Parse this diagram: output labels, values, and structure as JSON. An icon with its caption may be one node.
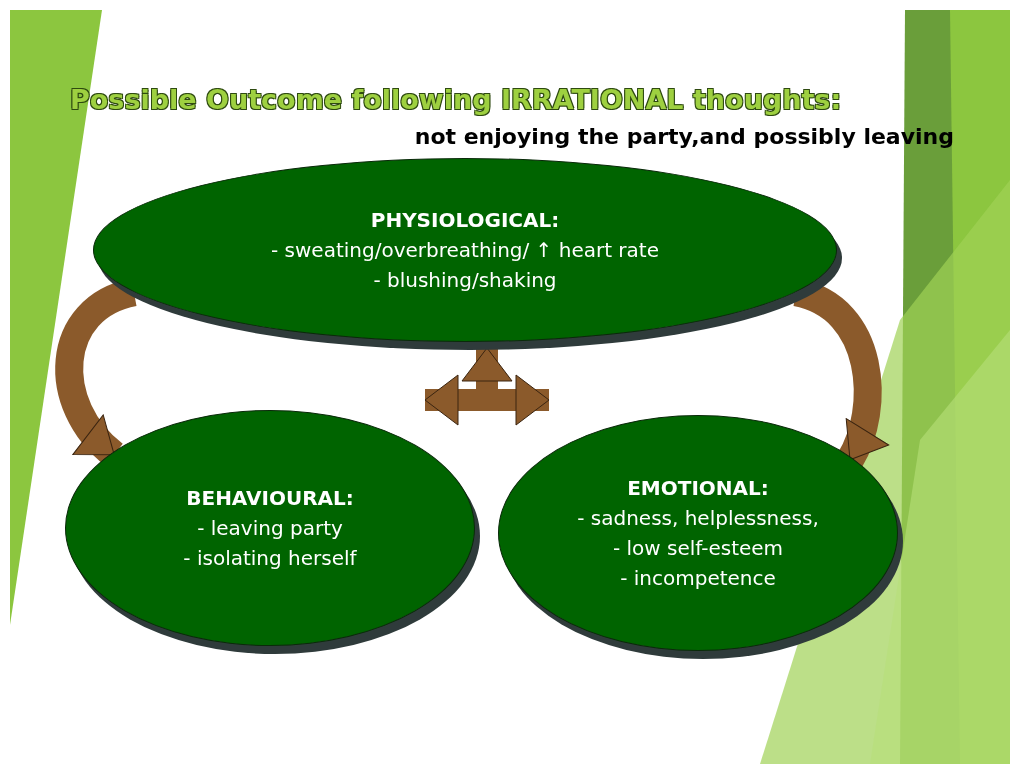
{
  "diagram": {
    "title": "Possible Outcome following IRRATIONAL thoughts:",
    "nodes": [
      {
        "text": [
          "PHYSIOLOGICAL:",
          "- sweating/overbreathing/ ↑ heart rate",
          "- blushing/shaking"
        ]
      },
      {
        "text": [
          "BEHAVIOURAL:",
          "- leaving party",
          "- isolating herself"
        ]
      },
      {
        "text": [
          "EMOTIONAL:",
          "- sadness, helplessness,",
          "- low self-esteem",
          "- incompetence"
        ]
      }
    ],
    "edges": [
      {
        "from": 0,
        "to": 1,
        "arrow": "to"
      },
      {
        "from": 0,
        "to": 2,
        "arrow": "to"
      },
      {
        "from": 1,
        "to": 2,
        "arrow": "both"
      },
      {
        "from": null,
        "to": 0,
        "arrow": "to"
      }
    ],
    "labels": [
      "not enjoying the party,and possibly leaving"
    ]
  }
}
